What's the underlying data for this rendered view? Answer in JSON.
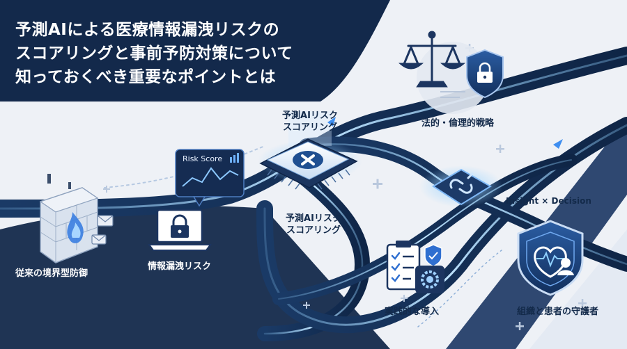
{
  "title": {
    "line1": "予測AIによる医療情報漏洩リスクの",
    "line2": "スコアリングと事前予防対策について",
    "line3": "知っておくべき重要なポイントとは"
  },
  "labels": {
    "legacy_defense": "従来の境界型防御",
    "info_leak": "情報漏洩リスク",
    "ai_scoring_top_line1": "予測AIリスク",
    "ai_scoring_top_line2": "スコアリング",
    "ai_scoring_mid_line1": "予測AIリスク",
    "ai_scoring_mid_line2": "スコアリング",
    "legal_strategy": "法的・倫理的戦略",
    "insight_decision": "Insight × Decision",
    "practical_intro": "実践的な導入",
    "guardian": "組織と患者の守護者"
  },
  "risk_card": {
    "title": "Risk Score"
  },
  "colors": {
    "navy": "#13294b",
    "accent": "#3e8ef0",
    "glow": "#7fc0ff",
    "background": "#eef1f6"
  },
  "icons": [
    "firewall-icon",
    "fire-icon",
    "mail-icon",
    "laptop-lock-icon",
    "risk-chart-icon",
    "ai-chip-icon",
    "scale-icon",
    "shield-lock-icon",
    "link-chip-icon",
    "checklist-icon",
    "gear-icon",
    "shield-heart-icon"
  ]
}
